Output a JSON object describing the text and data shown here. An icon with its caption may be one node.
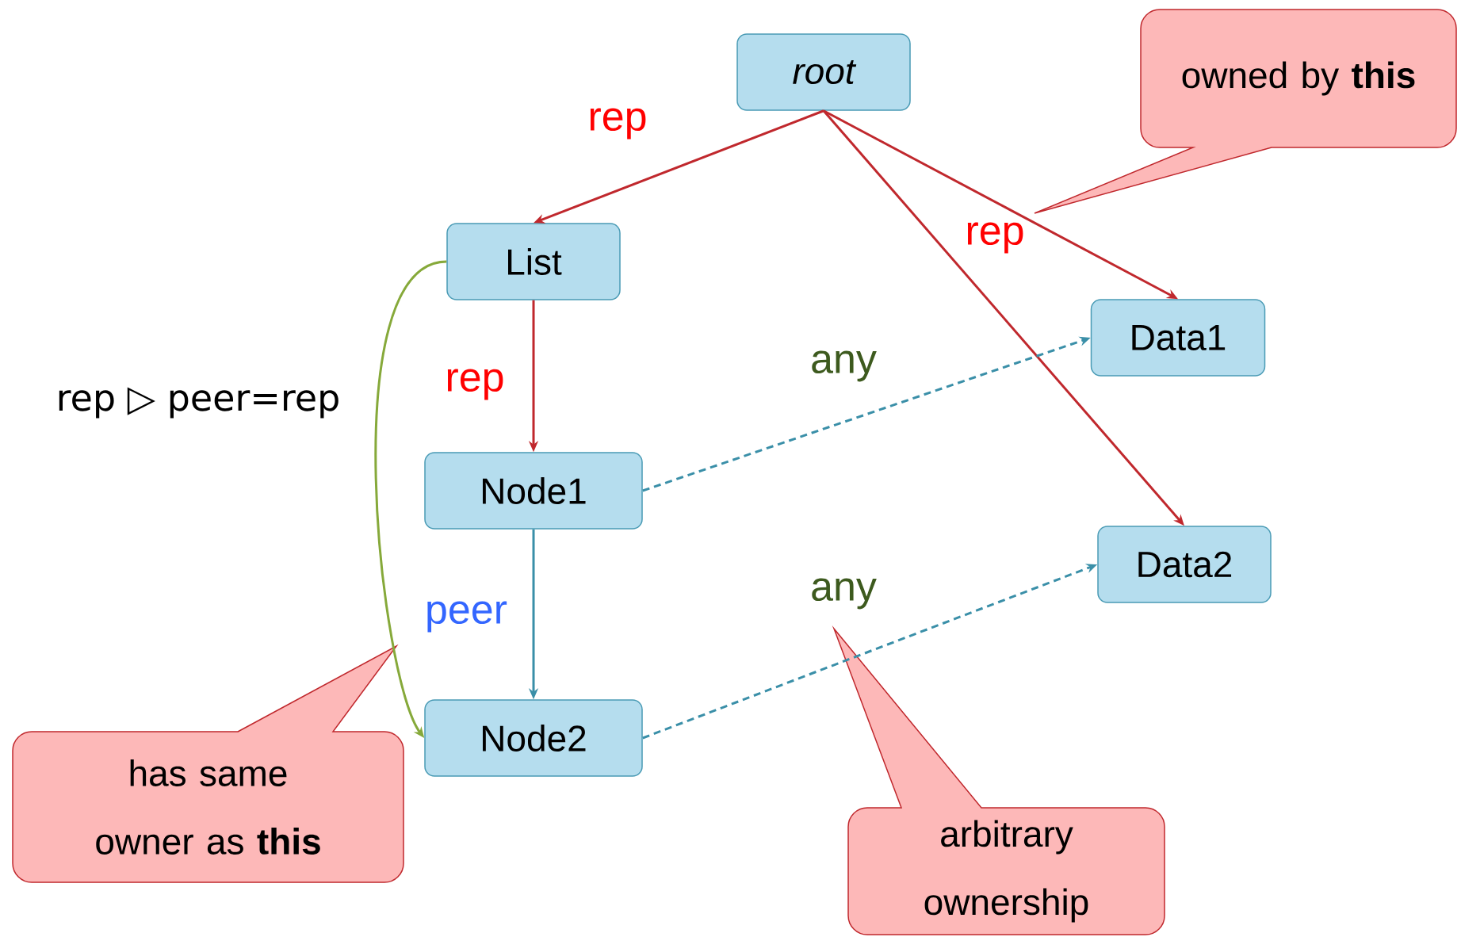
{
  "diagram": {
    "nodes": [
      {
        "text": [
          "root"
        ]
      },
      {
        "text": [
          "List"
        ]
      },
      {
        "text": [
          "Data1"
        ]
      },
      {
        "text": [
          "Node1"
        ]
      },
      {
        "text": [
          "Data2"
        ]
      },
      {
        "text": [
          "Node2"
        ]
      },
      {
        "text": [
          "owned by **this**"
        ]
      },
      {
        "text": [
          "has same owner as **this**"
        ]
      },
      {
        "text": [
          "arbitrary ownership"
        ]
      }
    ],
    "edges": [
      {
        "from": 0,
        "to": 1,
        "arrow": "to",
        "label": "rep",
        "color": "#c0282d"
      },
      {
        "from": 0,
        "to": 2,
        "arrow": "to",
        "label": "rep",
        "color": "#c0282d"
      },
      {
        "from": 0,
        "to": 4,
        "arrow": "to",
        "color": "#c0282d"
      },
      {
        "from": 1,
        "to": 3,
        "arrow": "to",
        "label": "rep",
        "color": "#c0282d"
      },
      {
        "from": 3,
        "to": 2,
        "arrow": "to",
        "label": "any",
        "style": "dashed",
        "color": "#3a8fa8"
      },
      {
        "from": 3,
        "to": 5,
        "arrow": "to",
        "label": "peer",
        "color": "#3a8fa8"
      },
      {
        "from": 5,
        "to": 4,
        "arrow": "to",
        "label": "any",
        "style": "dashed",
        "color": "#3a8fa8"
      },
      {
        "from": 1,
        "to": 5,
        "arrow": "to",
        "label": "rep ▷ peer=rep",
        "color": "#86a93a"
      }
    ]
  }
}
